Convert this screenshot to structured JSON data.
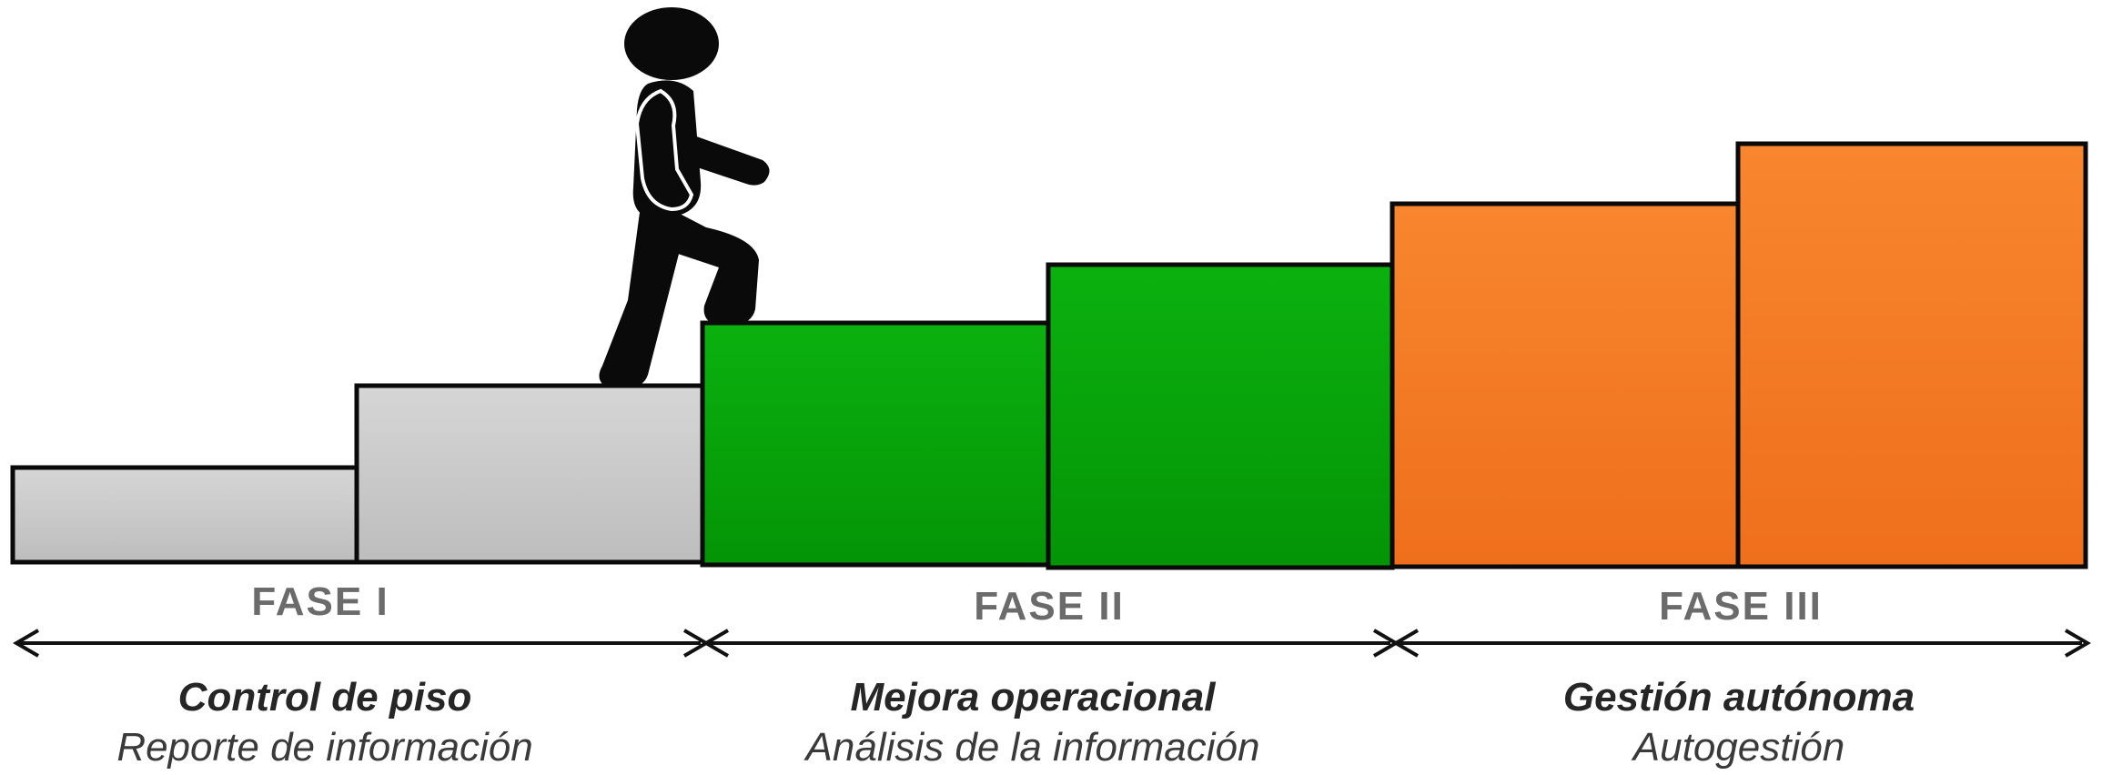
{
  "colors": {
    "phase_1": "#c8c8c8",
    "phase_2": "#06a40a",
    "phase_3": "#f57a24",
    "outline": "#0a0a0a",
    "figure": "#0a0a0a"
  },
  "phases": [
    {
      "label": "FASE I",
      "title": "Control de piso",
      "subtitle": "Reporte de información",
      "color_key": "phase_1"
    },
    {
      "label": "FASE II",
      "title": "Mejora operacional",
      "subtitle": "Análisis de la información",
      "color_key": "phase_2"
    },
    {
      "label": "FASE III",
      "title": "Gestión autónoma",
      "subtitle": "Autogestión",
      "color_key": "phase_3"
    }
  ],
  "icons": {
    "figure": "walking-person-icon"
  }
}
